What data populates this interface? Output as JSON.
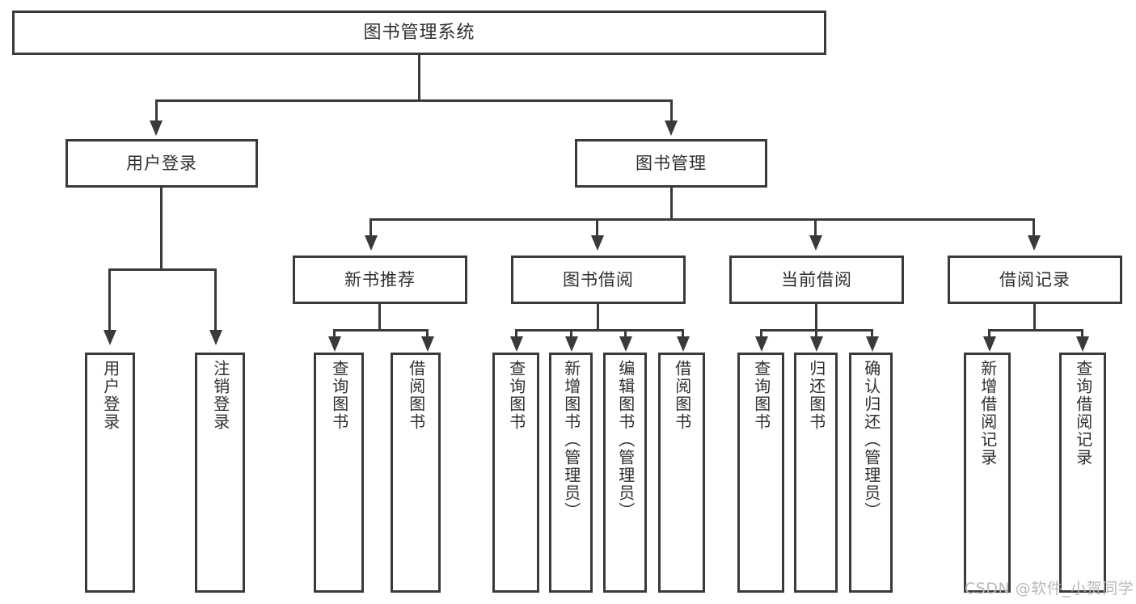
{
  "diagram": {
    "title": "图书管理系统",
    "type": "tree",
    "background_color": "#ffffff",
    "line_color": "#3a3a3a",
    "text_color": "#2f2f2f"
  },
  "root": {
    "label": "图书管理系统"
  },
  "tier2": [
    {
      "id": "user-login",
      "label": "用户登录"
    },
    {
      "id": "book-management",
      "label": "图书管理"
    }
  ],
  "tier3": [
    {
      "id": "new-book-recommend",
      "label": "新书推荐"
    },
    {
      "id": "book-borrow",
      "label": "图书借阅"
    },
    {
      "id": "current-borrow",
      "label": "当前借阅"
    },
    {
      "id": "borrow-record",
      "label": "借阅记录"
    }
  ],
  "leaves": {
    "user_login": [
      {
        "id": "user-login-leaf",
        "label": "用户登录"
      },
      {
        "id": "user-logout-leaf",
        "label": "注销登录"
      }
    ],
    "new_book_recommend": [
      {
        "id": "query-book-1",
        "label": "查询图书"
      },
      {
        "id": "borrow-book-1",
        "label": "借阅图书"
      }
    ],
    "book_borrow": [
      {
        "id": "query-book-2",
        "label": "查询图书"
      },
      {
        "id": "add-book",
        "label": "新增图书（管理员）"
      },
      {
        "id": "edit-book",
        "label": "编辑图书（管理员）"
      },
      {
        "id": "borrow-book-2",
        "label": "借阅图书"
      }
    ],
    "current_borrow": [
      {
        "id": "query-book-3",
        "label": "查询图书"
      },
      {
        "id": "return-book",
        "label": "归还图书"
      },
      {
        "id": "confirm-return",
        "label": "确认归还（管理员）"
      }
    ],
    "borrow_record": [
      {
        "id": "add-borrow-record",
        "label": "新增借阅记录"
      },
      {
        "id": "query-borrow-record",
        "label": "查询借阅记录"
      }
    ]
  },
  "watermark": {
    "text": "CSDN @软件_小贺同学"
  }
}
